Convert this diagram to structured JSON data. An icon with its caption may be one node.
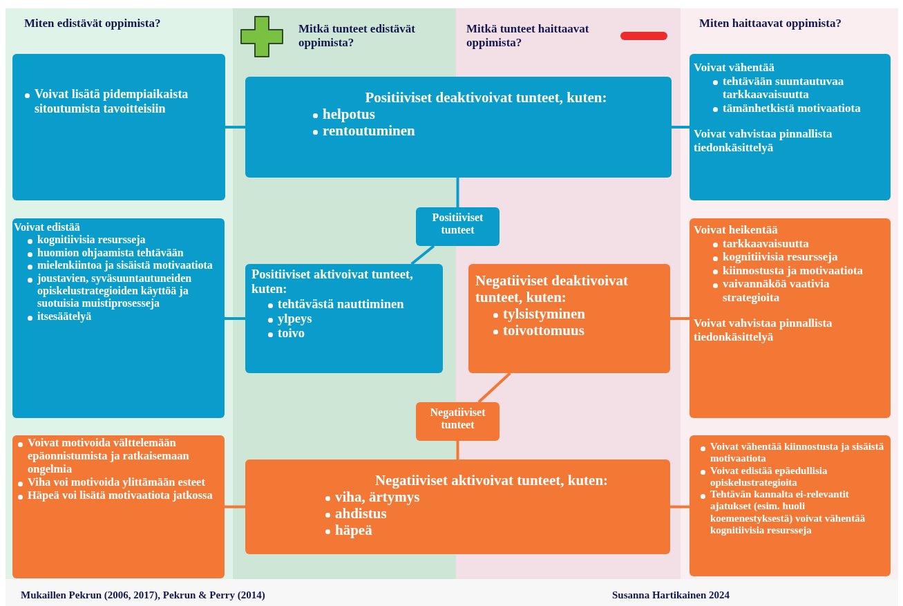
{
  "diagram": {
    "nodes": [
      {
        "text": [
          "Voivat lisätä pidempiaikaista sitoutumista tavoitteisiin"
        ]
      },
      {
        "text": [
          "Positiiviset deaktivoivat tunteet, kuten:",
          "helpotus",
          "rentoutuminen"
        ]
      },
      {
        "text": [
          "Voivat vähentää",
          "tehtävään suuntautuvaa tarkkaavaisuutta",
          "tämänhetkistä motivaatiota",
          "Voivat vahvistaa pinnallista tiedonkäsittelyä"
        ]
      },
      {
        "text": [
          "Positiiviset tunteet"
        ]
      },
      {
        "text": [
          "Voivat edistää",
          "kognitiivisia resursseja",
          "huomion ohjaamista tehtävään",
          "mielenkiintoa ja sisäistä motivaatiota",
          "joustavien, syväsuuntautuneiden opiskelustrategioiden käyttöä ja suotuisia muistiprosesseja",
          "itsesäätelyä"
        ]
      },
      {
        "text": [
          "Positiiviset aktivoivat tunteet, kuten:",
          "tehtävästä nauttiminen",
          "ylpeys",
          "toivo"
        ]
      },
      {
        "text": [
          "Negatiiviset deaktivoivat tunteet, kuten:",
          "tylsistyminen",
          "toivottomuus"
        ]
      },
      {
        "text": [
          "Voivat heikentää",
          "tarkkaavaisuutta",
          "kognitiivisia resursseja",
          "kiinnostusta ja motivaatiota",
          "vaivannäköä vaativia strategioita",
          "Voivat vahvistaa pinnallista tiedonkäsittelyä"
        ]
      },
      {
        "text": [
          "Negatiiviset tunteet"
        ]
      },
      {
        "text": [
          "Voivat motivoida välttelemään epäonnistumista ja ratkaisemaan ongelmia",
          "Viha voi motivoida ylittämään esteet",
          "Häpeä voi lisätä motivaatiota jatkossa"
        ]
      },
      {
        "text": [
          "Negatiiviset aktivoivat tunteet, kuten:",
          "viha, ärtymys",
          "ahdistus",
          "häpeä"
        ]
      },
      {
        "text": [
          "Voivat vähentää kiinnostusta ja sisäistä motivaatiota",
          "Voivat edistää epäedullisia opiskelustrategioita",
          "Tehtävän kannalta ei-relevantit ajatukset (esim. huoli koemenestyksestä) voivat vähentää kognitiivisia resursseja"
        ]
      }
    ],
    "edges": [
      {
        "from": 0,
        "to": 1,
        "arrow": "none"
      },
      {
        "from": 1,
        "to": 2,
        "arrow": "none"
      },
      {
        "from": 1,
        "to": 3,
        "arrow": "none"
      },
      {
        "from": 3,
        "to": 5,
        "arrow": "none"
      },
      {
        "from": 4,
        "to": 5,
        "arrow": "none"
      },
      {
        "from": 6,
        "to": 7,
        "arrow": "none",
        "color": "#f37735"
      },
      {
        "from": 6,
        "to": 8,
        "arrow": "none",
        "color": "#f37735"
      },
      {
        "from": 8,
        "to": 10,
        "arrow": "none",
        "color": "#f37735"
      },
      {
        "from": 9,
        "to": 10,
        "arrow": "none",
        "color": "#f37735"
      },
      {
        "from": 10,
        "to": 11,
        "arrow": "none",
        "color": "#f37735"
      }
    ],
    "labels": [
      "Miten edistävät oppimista?",
      "Mitkä tunteet edistävät oppimista?",
      "Mitkä tunteet haittaavat oppimista?",
      "Miten haittaavat oppimista?",
      "Mukaillen Pekrun (2006, 2017), Pekrun & Perry (2014)",
      "Susanna Hartikainen 2024"
    ]
  }
}
